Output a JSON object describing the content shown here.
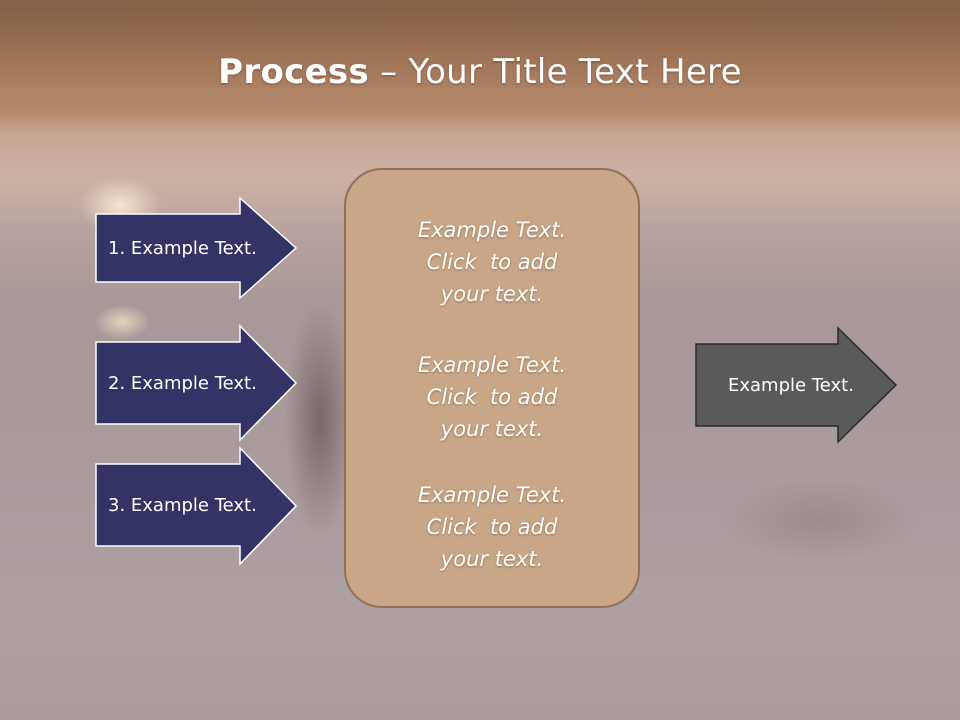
{
  "slide": {
    "title_bold": "Process",
    "title_rest": " – Your Title Text Here"
  },
  "left_arrows": [
    {
      "label": "1. Example Text."
    },
    {
      "label": "2. Example Text."
    },
    {
      "label": "3. Example Text."
    }
  ],
  "center_box": {
    "blocks": [
      {
        "line1": "Example Text.",
        "line2": "Click  to add",
        "line3": "your text."
      },
      {
        "line1": "Example Text.",
        "line2": "Click  to add",
        "line3": "your text."
      },
      {
        "line1": "Example Text.",
        "line2": "Click  to add",
        "line3": "your text."
      }
    ]
  },
  "right_arrow": {
    "label": "Example Text."
  },
  "colors": {
    "left_arrow_fill": "#333366",
    "right_arrow_fill": "#5a5a5a",
    "center_box_fill": "#c9a688"
  }
}
